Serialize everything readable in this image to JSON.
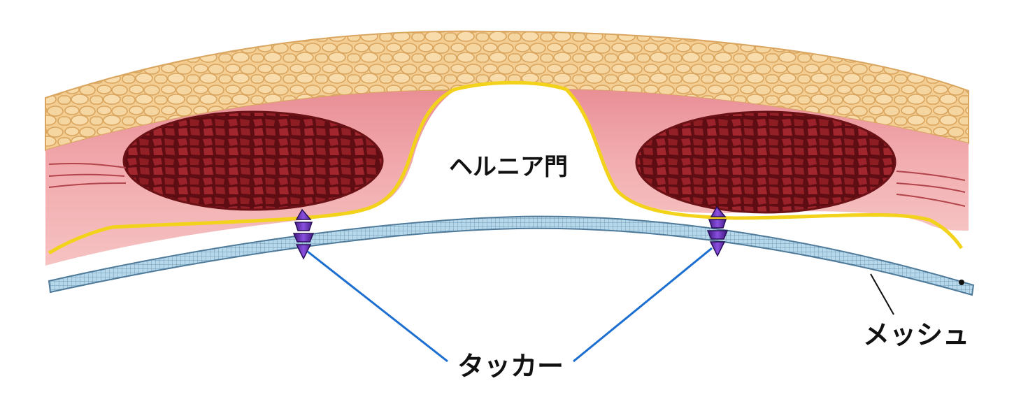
{
  "labels": {
    "hernia_gate": "ヘルニア門",
    "tacker": "タッカー",
    "mesh": "メッシュ"
  },
  "colors": {
    "fat": "#f2c98a",
    "fat_cell_edge": "#d9a55f",
    "muscle_sheath": "#f0a6a6",
    "muscle_belly": "#8e1c23",
    "muscle_cell_edge": "#5e0d13",
    "fascia_line": "#f2d21a",
    "mesh": "#a8cde3",
    "mesh_edge": "#5b86a6",
    "tacker": "#6a2fb5",
    "pointer_blue": "#1c6fd1",
    "pointer_black": "#111111"
  }
}
